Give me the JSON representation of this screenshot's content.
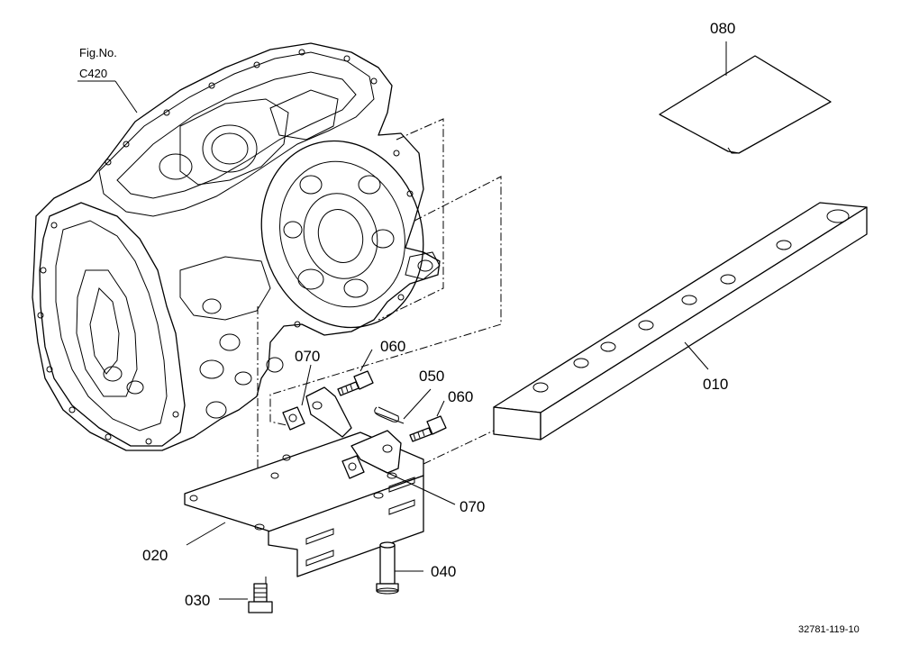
{
  "figure_ref": {
    "line1": "Fig.No.",
    "line2": "C420"
  },
  "callouts": {
    "p010": "010",
    "p020": "020",
    "p030": "030",
    "p040": "040",
    "p050": "050",
    "p060a": "060",
    "p060b": "060",
    "p070a": "070",
    "p070b": "070",
    "p080": "080"
  },
  "drawing_code": "32781-119-10"
}
